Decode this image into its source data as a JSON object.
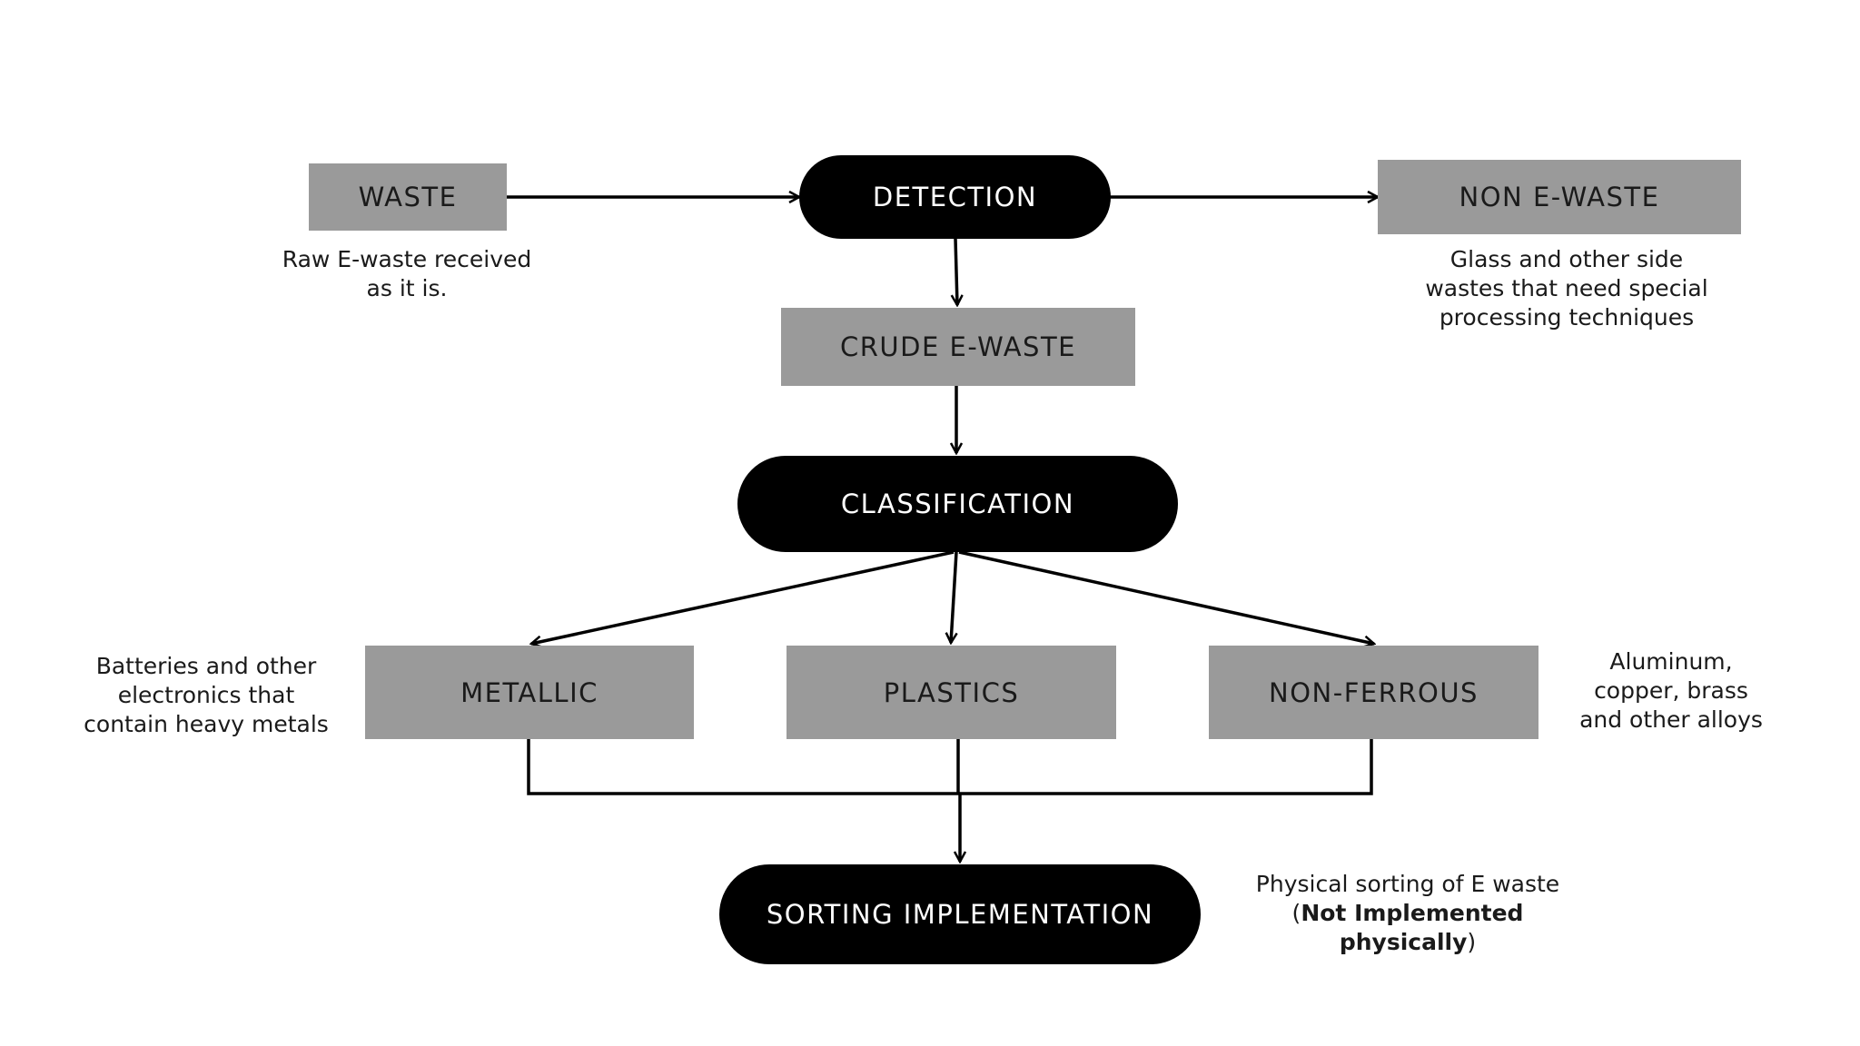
{
  "nodes": {
    "waste": "WASTE",
    "detection": "DETECTION",
    "non_ewaste": "NON E-WASTE",
    "crude_ewaste": "CRUDE E-WASTE",
    "classification": "CLASSIFICATION",
    "metallic": "METALLIC",
    "plastics": "PLASTICS",
    "non_ferrous": "NON-FERROUS",
    "sorting": "SORTING IMPLEMENTATION"
  },
  "notes": {
    "waste": [
      "Raw E-waste received",
      "as it is."
    ],
    "non_ewaste": [
      "Glass and other side",
      "wastes that need special",
      "processing techniques"
    ],
    "metallic": [
      "Batteries and other",
      "electronics that",
      "contain heavy metals"
    ],
    "non_ferrous": [
      "Aluminum,",
      "copper, brass",
      "and other alloys"
    ],
    "sorting": {
      "line1": "Physical sorting of E waste",
      "open_paren": "(",
      "bold_line2": "Not Implemented",
      "bold_line3": "physically",
      "close_paren": ")"
    }
  },
  "edges": [
    {
      "from": "waste",
      "to": "detection"
    },
    {
      "from": "detection",
      "to": "non_ewaste"
    },
    {
      "from": "detection",
      "to": "crude_ewaste"
    },
    {
      "from": "crude_ewaste",
      "to": "classification"
    },
    {
      "from": "classification",
      "to": "metallic"
    },
    {
      "from": "classification",
      "to": "plastics"
    },
    {
      "from": "classification",
      "to": "non_ferrous"
    },
    {
      "from": "metallic",
      "to": "sorting"
    },
    {
      "from": "plastics",
      "to": "sorting"
    },
    {
      "from": "non_ferrous",
      "to": "sorting"
    }
  ],
  "colors": {
    "box_fill": "#9a9a9a",
    "pill_fill": "#000000",
    "pill_text": "#ffffff",
    "line": "#000000"
  }
}
